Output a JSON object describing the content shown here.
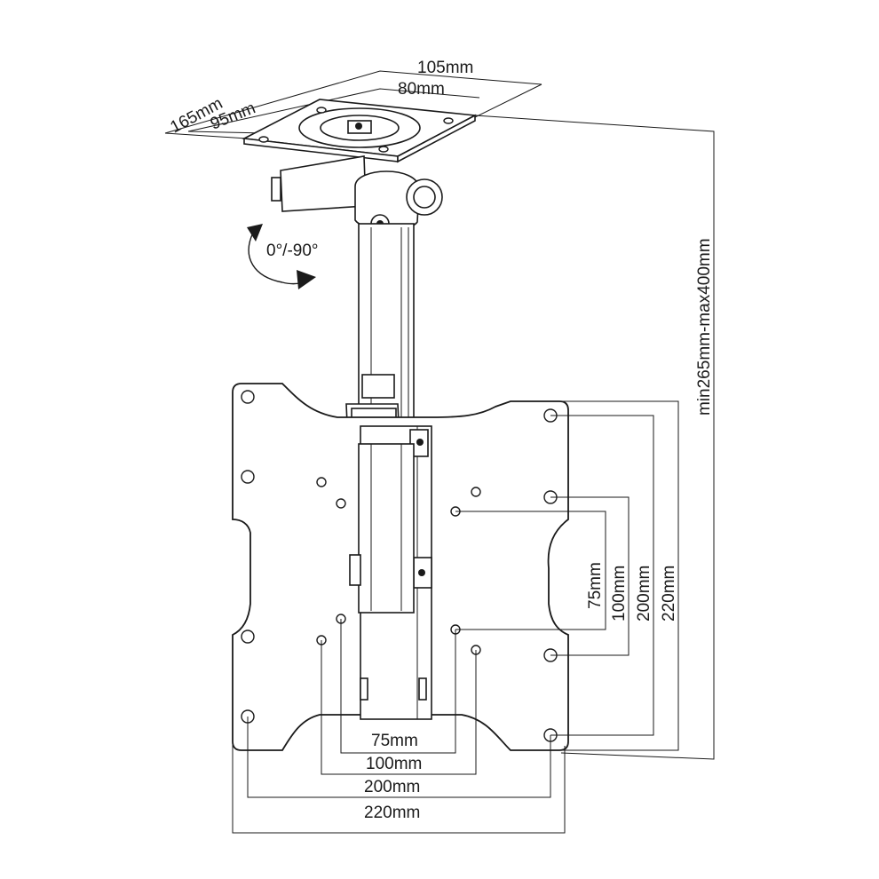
{
  "labels": {
    "base_width_outer": "105mm",
    "base_width_inner": "80mm",
    "base_depth_outer": "165mm",
    "base_depth_inner": "95mm",
    "tilt": "0°/-90°",
    "height_range": "min265mm-max400mm",
    "v_75": "75mm",
    "v_100": "100mm",
    "v_200": "200mm",
    "v_220": "220mm",
    "h_75": "75mm",
    "h_100": "100mm",
    "h_200": "200mm",
    "h_220": "220mm"
  }
}
